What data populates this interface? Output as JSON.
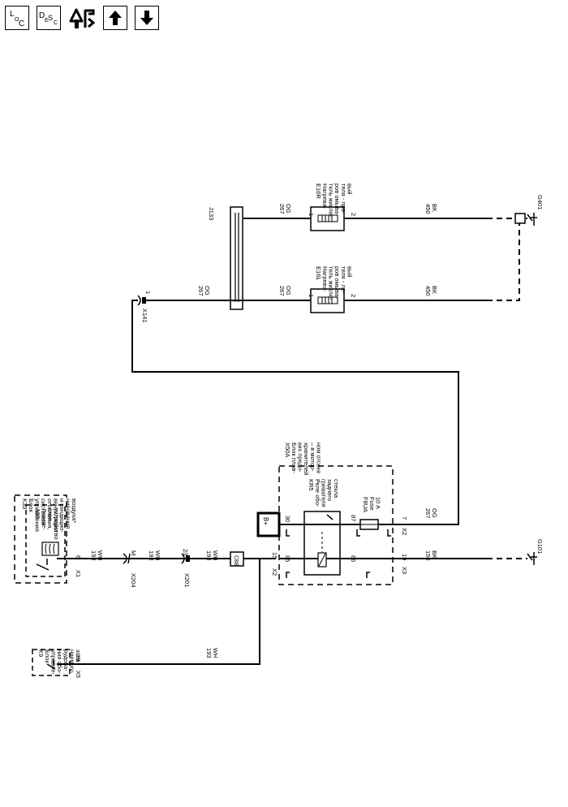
{
  "toolbar": {
    "loc": {
      "big1": "L",
      "sub": "O",
      "big2": "C"
    },
    "desc": {
      "big1": "D",
      "sub1": "E",
      "mid": "S",
      "sub2": "C"
    },
    "icons": [
      "loc-icon",
      "desc-icon",
      "connector-info-icon",
      "arrow-up-icon",
      "arrow-down-icon"
    ]
  },
  "diagram": {
    "k33": {
      "id": "K33",
      "lines": [
        "Блок",
        "управления",
        "системой",
        "отопления,",
        "вентиляции",
        "и кондицио-",
        "нирования",
        "воздуха*"
      ]
    },
    "a90": {
      "id": "A90",
      "lines": [
        "Логиче-",
        "ское",
        "устройство"
      ]
    },
    "k9": {
      "id": "K9",
      "lines": [
        "Блок",
        "управле-",
        "ния обо-",
        "рудова-",
        "нием ку-",
        "зова"
      ]
    },
    "x50a": {
      "id": "X50A",
      "lines": [
        "Блок плав-",
        "ких предо-",
        "хранителей",
        "– в мотор-",
        "ном отсеке"
      ]
    },
    "kr5": {
      "id": "KR5",
      "lines": [
        "Реле обо-",
        "гревателя",
        "заднего",
        "стекла"
      ]
    },
    "f8ua": {
      "id": "F8UA",
      "lines": [
        "Fuse",
        "10 A"
      ]
    },
    "e16r": {
      "id": "E16R",
      "lines": [
        "Нагрева-",
        "тель жикле-",
        "ров омыва-",
        "теля - пра-",
        "вый"
      ]
    },
    "e16l": {
      "id": "E16L",
      "lines": [
        "Нагрева-",
        "тель жикле-",
        "ров омыва-",
        "теля - ле-",
        "вый"
      ]
    },
    "connectors": {
      "x1": "X1",
      "x1_pin": "6",
      "x5": "X5",
      "x5_pin": "19",
      "x204": "X204",
      "x204_pin": "M",
      "x201": "X201",
      "x201_pin": "23",
      "x141": "X141",
      "x141_pin": "1",
      "x2_lower": "X2",
      "x2_lower_pin": "15",
      "x2_upper": "X2",
      "x2_upper_pin": "7",
      "x3": "X3",
      "x3_pin": "19",
      "j133": "J133",
      "c88": "C88",
      "bplus": "B+",
      "relay_pins": {
        "p30": "30",
        "p85": "85",
        "p86": "86",
        "p87": "87"
      },
      "e16r_pin1": "1",
      "e16r_pin2": "2",
      "e16l_pin1": "1",
      "e16l_pin2": "2"
    },
    "wires": {
      "w193_x1": {
        "num": "193",
        "color": "WH"
      },
      "w193_x204": {
        "num": "193",
        "color": "WH"
      },
      "w193_x201": {
        "num": "193",
        "color": "WH"
      },
      "w193_k9": {
        "num": "193",
        "color": "WH"
      },
      "w150": {
        "num": "150",
        "color": "BK"
      },
      "w267_x2": {
        "num": "267",
        "color": "OG"
      },
      "w267_x141": {
        "num": "267",
        "color": "OG"
      },
      "w267_e16l": {
        "num": "267",
        "color": "OG"
      },
      "w267_e16r": {
        "num": "267",
        "color": "OG"
      },
      "w450_e16l": {
        "num": "450",
        "color": "BK"
      },
      "w450_e16r": {
        "num": "450",
        "color": "BK"
      }
    },
    "grounds": {
      "g101": "G101",
      "g401": "G401"
    }
  }
}
